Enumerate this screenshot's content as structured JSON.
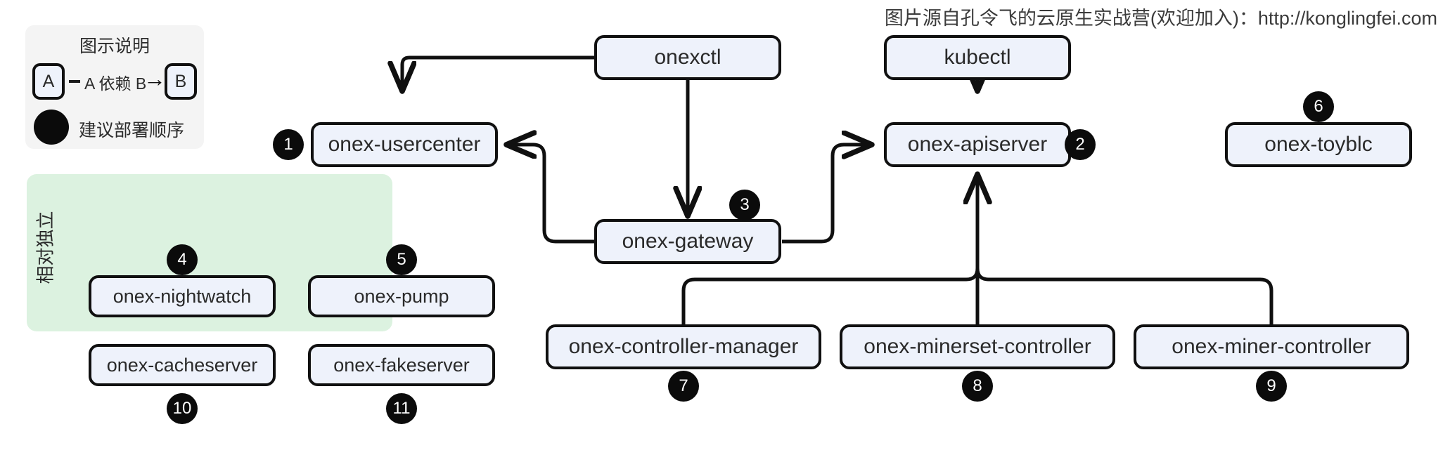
{
  "credit": "图片源自孔令飞的云原生实战营(欢迎加入)：http://konglingfei.com",
  "legend": {
    "title": "图示说明",
    "chip_a": "A",
    "chip_b": "B",
    "dependency_text": "A 依赖 B",
    "arrow_glyph": "→",
    "dash_glyph": "-",
    "order_text": "建议部署顺序"
  },
  "groups": {
    "independent": {
      "label": "相对独立"
    }
  },
  "nodes": {
    "onexctl": {
      "label": "onexctl"
    },
    "kubectl": {
      "label": "kubectl"
    },
    "usercenter": {
      "label": "onex-usercenter",
      "badge": "1"
    },
    "apiserver": {
      "label": "onex-apiserver",
      "badge": "2"
    },
    "gateway": {
      "label": "onex-gateway",
      "badge": "3"
    },
    "toyblc": {
      "label": "onex-toyblc",
      "badge": "6"
    },
    "nightwatch": {
      "label": "onex-nightwatch",
      "badge": "4"
    },
    "pump": {
      "label": "onex-pump",
      "badge": "5"
    },
    "cacheserver": {
      "label": "onex-cacheserver",
      "badge": "10"
    },
    "fakeserver": {
      "label": "onex-fakeserver",
      "badge": "11"
    },
    "controller_manager": {
      "label": "onex-controller-manager",
      "badge": "7"
    },
    "minerset_controller": {
      "label": "onex-minerset-controller",
      "badge": "8"
    },
    "miner_controller": {
      "label": "onex-miner-controller",
      "badge": "9"
    }
  },
  "edges": [
    {
      "from": "onexctl",
      "to": "usercenter"
    },
    {
      "from": "onexctl",
      "to": "gateway"
    },
    {
      "from": "kubectl",
      "to": "apiserver"
    },
    {
      "from": "gateway",
      "to": "usercenter"
    },
    {
      "from": "gateway",
      "to": "apiserver"
    },
    {
      "from": "controller_manager",
      "to": "apiserver"
    },
    {
      "from": "minerset_controller",
      "to": "apiserver"
    },
    {
      "from": "miner_controller",
      "to": "apiserver"
    }
  ],
  "colors": {
    "node_fill": "#eef2fb",
    "node_stroke": "#101010",
    "badge_fill": "#0b0b0b",
    "legend_panel": "#f4f4f4",
    "group_independent": "#dcf2e0",
    "text": "#2a2a2a"
  }
}
